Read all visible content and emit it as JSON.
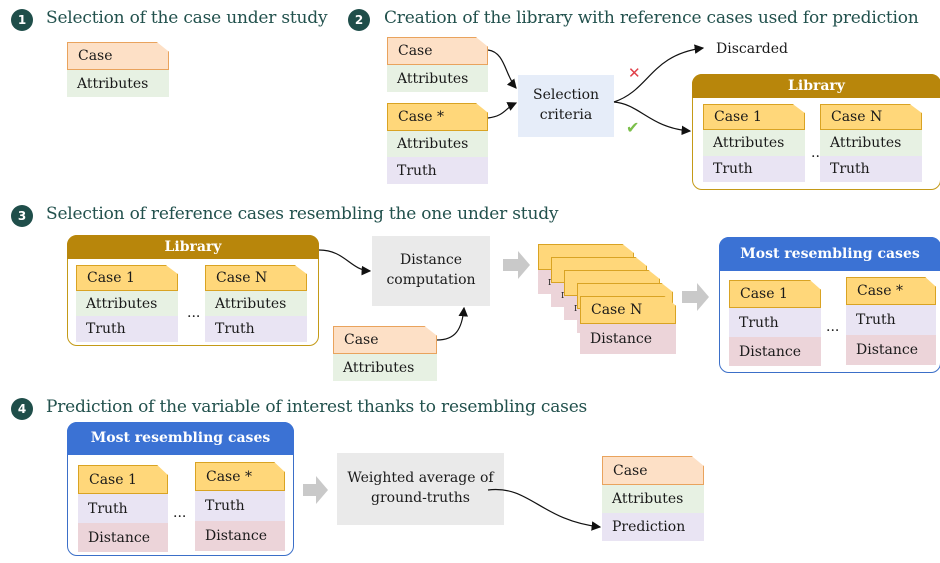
{
  "steps": [
    {
      "num": "1",
      "title": "Selection of the case under study"
    },
    {
      "num": "2",
      "title": "Creation of the library with reference cases used for prediction"
    },
    {
      "num": "3",
      "title": "Selection of reference cases resembling the one under study"
    },
    {
      "num": "4",
      "title": "Prediction of the variable of interest thanks to resembling cases"
    }
  ],
  "labels": {
    "case": "Case",
    "case_star": "Case *",
    "case_1": "Case 1",
    "case_n": "Case N",
    "attributes": "Attributes",
    "truth": "Truth",
    "distance": "Distance",
    "prediction": "Prediction",
    "library": "Library",
    "most_resembling": "Most resembling cases",
    "selection_criteria": "Selection criteria",
    "distance_computation": "Distance computation",
    "weighted_average": "Weighted average of ground-truths",
    "discarded": "Discarded",
    "ellipsis": "...",
    "cross": "✕",
    "check": "✔",
    "small_d": "D"
  },
  "colors": {
    "step_badge": "#1f4e4a",
    "library_header": "#b8860b",
    "resembling_header": "#3b72d4",
    "case_peach": "#fde0c6",
    "case_yellow": "#ffd77a",
    "attributes": "#e7f1e3",
    "truth": "#e9e4f3",
    "distance": "#ecd4d9",
    "cross": "#e0404a",
    "check": "#7bbf4a"
  }
}
